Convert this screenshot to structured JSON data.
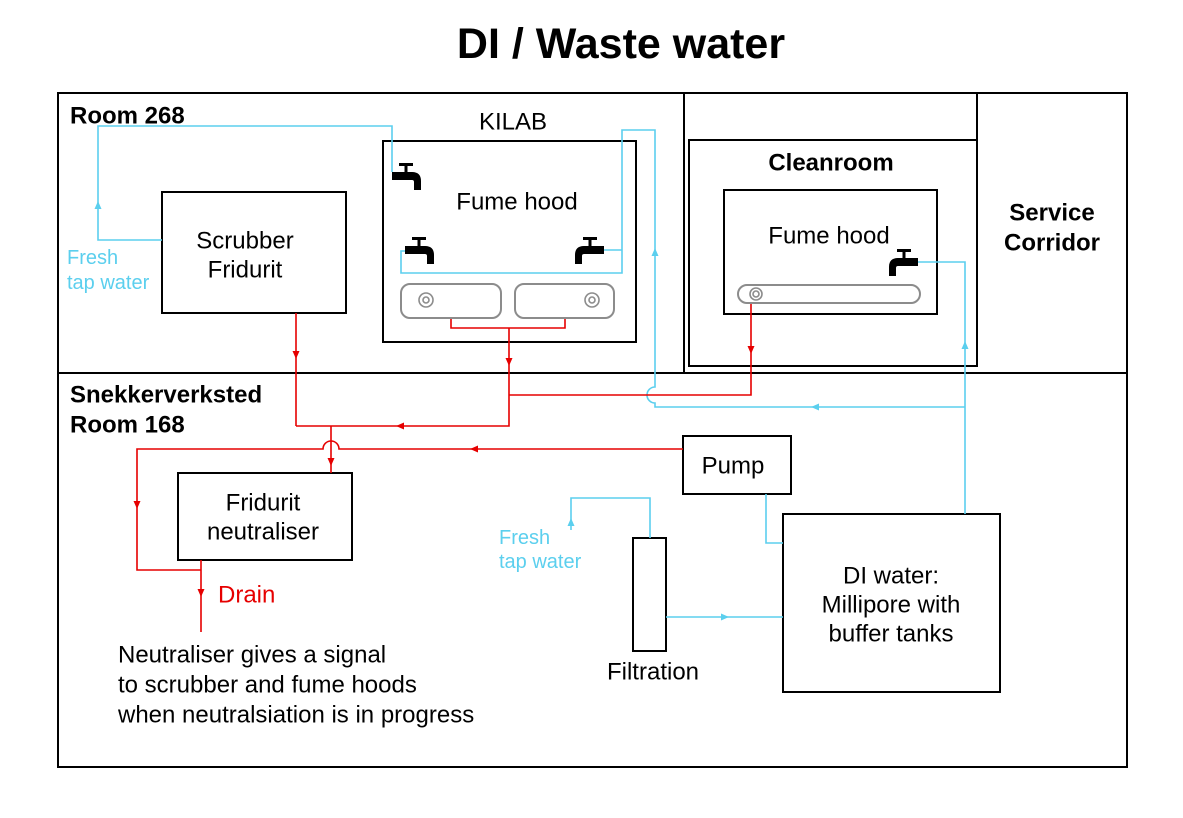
{
  "title": "DI / Waste water",
  "rooms": {
    "room_268": "Room 268",
    "kilab": "KILAB",
    "cleanroom": "Cleanroom",
    "service_corridor": [
      "Service",
      "Corridor"
    ],
    "room_168": [
      "Snekkerverksted",
      "Room 168"
    ]
  },
  "equipment": {
    "scrubber": [
      "Scrubber",
      "Fridurit"
    ],
    "kilab_fume_hood": "Fume hood",
    "cleanroom_fume_hood": "Fume hood",
    "neutraliser": [
      "Fridurit",
      "neutraliser"
    ],
    "pump": "Pump",
    "di_water": [
      "DI water:",
      "Millipore with",
      "buffer tanks"
    ],
    "filtration": "Filtration"
  },
  "labels": {
    "fresh_tap_water_scrubber": [
      "Fresh",
      "tap water"
    ],
    "fresh_tap_water_filtration": [
      "Fresh",
      "tap water"
    ],
    "drain": "Drain"
  },
  "note": [
    "Neutraliser gives a signal",
    "to scrubber and fume hoods",
    "when neutralsiation is in progress"
  ],
  "colors": {
    "water_line": "#5bcfee",
    "waste_line": "#e60000",
    "outline": "#000000",
    "sink_outline": "#8c8c8c"
  },
  "icons": {
    "tap": "tap-icon",
    "sink": "sink-icon",
    "flow_arrow": "flow-arrow-icon"
  }
}
